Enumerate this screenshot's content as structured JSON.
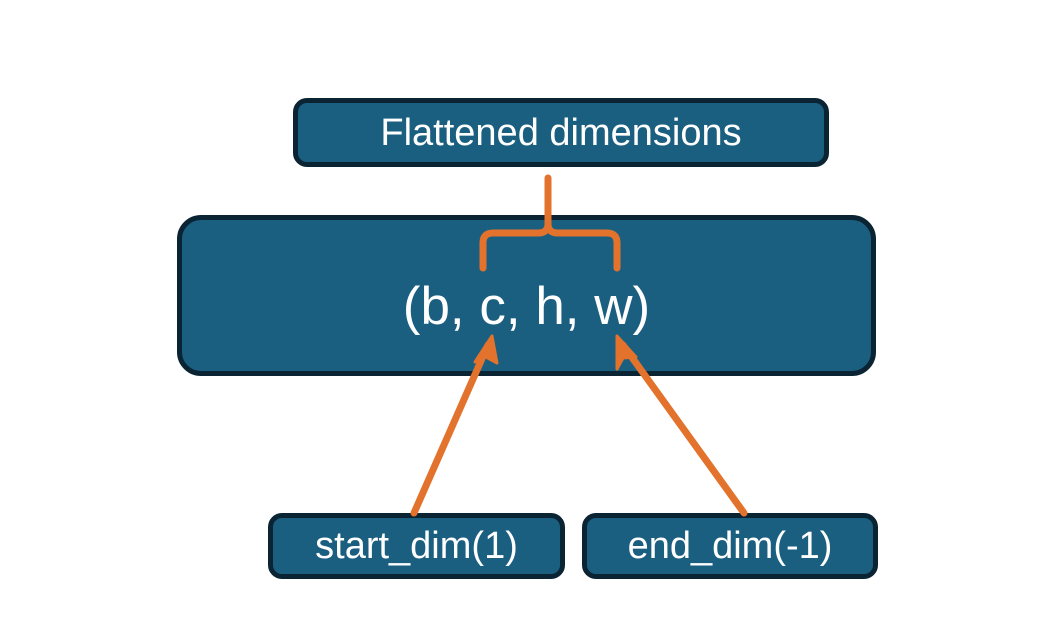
{
  "diagram": {
    "title_node": {
      "label": "Flattened dimensions"
    },
    "shape_node": {
      "label": "(b, c, h, w)",
      "dims": [
        "b",
        "c",
        "h",
        "w"
      ]
    },
    "start_node": {
      "label": "start_dim(1)"
    },
    "end_node": {
      "label": "end_dim(-1)"
    },
    "connectors": {
      "brace": "curly-brace-up",
      "start_arrow": "arrow-up-right",
      "end_arrow": "arrow-up-left"
    },
    "colors": {
      "box_fill": "#1B5F80",
      "box_border": "#0B2434",
      "accent": "#E2722C",
      "text": "#FFFFFF",
      "background": "#FFFFFF"
    }
  }
}
